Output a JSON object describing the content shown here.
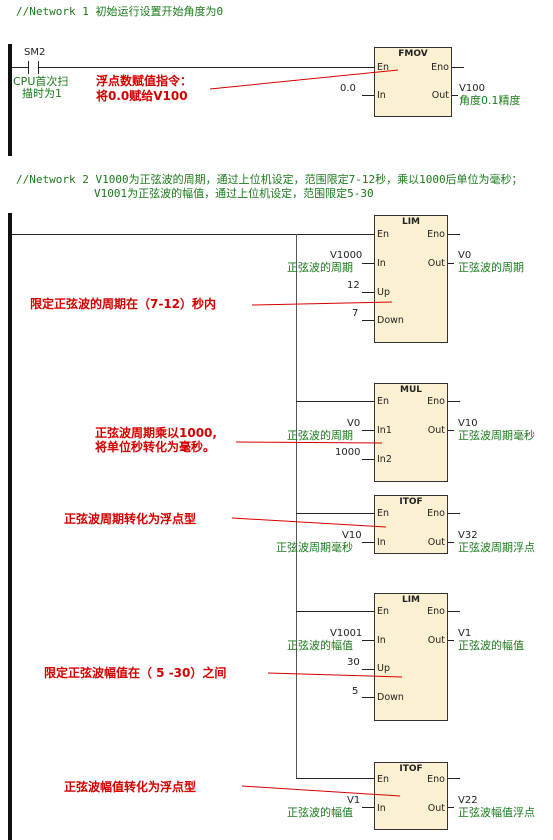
{
  "network1": {
    "comment": "//Network 1  初始运行设置开始角度为0",
    "contact_name": "SM2",
    "contact_desc_line1": "CPU首次扫",
    "contact_desc_line2": "描时为1",
    "annotation_line1": "浮点数赋值指令：",
    "annotation_line2": "将0.0赋给V100",
    "block": {
      "title": "FMOV",
      "en": "En",
      "eno": "Eno",
      "in": "In",
      "out": "Out",
      "in_value": "0.0",
      "out_addr": "V100",
      "out_desc": "角度0.1精度"
    }
  },
  "network2": {
    "comment_line1": "//Network 2  V1000为正弦波的周期，通过上位机设定，范围限定7-12秒，乘以1000后单位为毫秒；",
    "comment_line2": "V1001为正弦波的幅值，通过上位机设定，范围限定5-30",
    "blocks": [
      {
        "title": "LIM",
        "en": "En",
        "eno": "Eno",
        "in1": "In",
        "in2": "Up",
        "in3": "Down",
        "out": "Out",
        "in_addr": "V1000",
        "in_desc": "正弦波的周期",
        "up_value": "12",
        "down_value": "7",
        "out_addr": "V0",
        "out_desc": "正弦波的周期",
        "annotation": "限定正弦波的周期在（7-12）秒内"
      },
      {
        "title": "MUL",
        "en": "En",
        "eno": "Eno",
        "in1": "In1",
        "in2": "In2",
        "out": "Out",
        "in_addr": "V0",
        "in_desc": "正弦波的周期",
        "in2_value": "1000",
        "out_addr": "V10",
        "out_desc": "正弦波周期毫秒",
        "annotation_line1": "正弦波周期乘以1000,",
        "annotation_line2": "将单位秒转化为毫秒。"
      },
      {
        "title": "ITOF",
        "en": "En",
        "eno": "Eno",
        "in1": "In",
        "out": "Out",
        "in_addr": "V10",
        "in_desc": "正弦波周期毫秒",
        "out_addr": "V32",
        "out_desc": "正弦波周期浮点",
        "annotation": "正弦波周期转化为浮点型"
      },
      {
        "title": "LIM",
        "en": "En",
        "eno": "Eno",
        "in1": "In",
        "in2": "Up",
        "in3": "Down",
        "out": "Out",
        "in_addr": "V1001",
        "in_desc": "正弦波的幅值",
        "up_value": "30",
        "down_value": "5",
        "out_addr": "V1",
        "out_desc": "正弦波的幅值",
        "annotation": "限定正弦波幅值在（ 5 -30）之间"
      },
      {
        "title": "ITOF",
        "en": "En",
        "eno": "Eno",
        "in1": "In",
        "out": "Out",
        "in_addr": "V1",
        "in_desc": "正弦波的幅值",
        "out_addr": "V22",
        "out_desc": "正弦波幅值浮点",
        "annotation": "正弦波幅值转化为浮点型"
      }
    ]
  },
  "colors": {
    "block_fill": "#fcf0d2",
    "comment": "#1a7a1a",
    "annotation": "#d40000",
    "wire": "#222222"
  }
}
